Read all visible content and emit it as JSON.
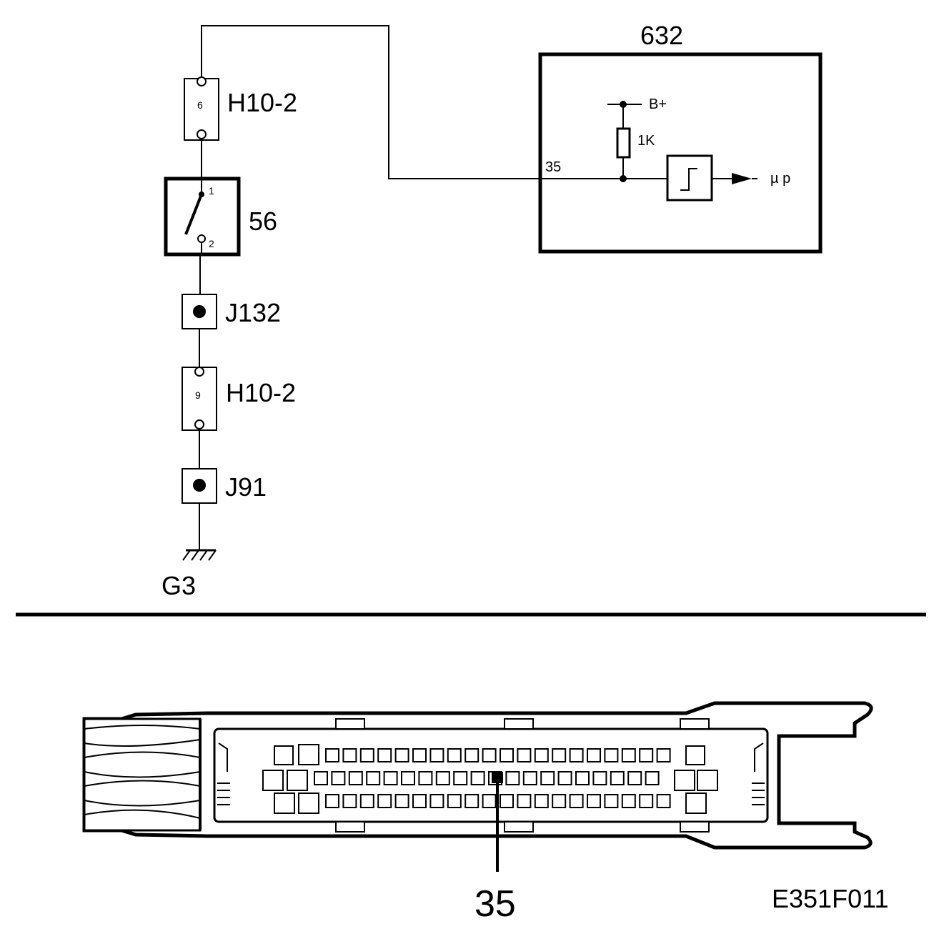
{
  "schematic": {
    "connector_top": {
      "label": "H10-2",
      "pin": "6"
    },
    "switch": {
      "label": "56",
      "pin_top": "1",
      "pin_bottom": "2"
    },
    "splice_upper": {
      "label": "J132"
    },
    "connector_bottom": {
      "label": "H10-2",
      "pin": "9"
    },
    "splice_lower": {
      "label": "J91"
    },
    "ground": {
      "label": "G3"
    },
    "control_unit": {
      "label": "632",
      "pin": "35",
      "supply": "B+",
      "resistor": "1K",
      "output": "µ p"
    }
  },
  "connector_view": {
    "pin_callout": "35"
  },
  "figure_code": "E351F011",
  "colors": {
    "line": "#000000",
    "background": "#ffffff"
  }
}
